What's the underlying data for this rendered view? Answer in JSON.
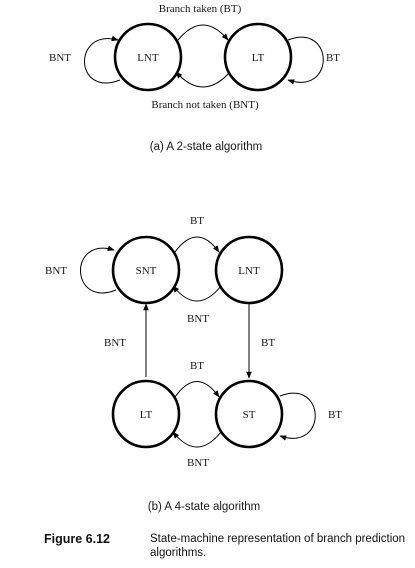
{
  "diagram_a": {
    "states": {
      "lnt": "LNT",
      "lt": "LT"
    },
    "edges": {
      "top": "Branch taken (BT)",
      "bottom": "Branch not taken (BNT)",
      "self_left": "BNT",
      "self_right": "BT"
    },
    "caption": "(a) A 2-state algorithm"
  },
  "diagram_b": {
    "states": {
      "snt": "SNT",
      "lnt": "LNT",
      "lt": "LT",
      "st": "ST"
    },
    "edges": {
      "top_bt": "BT",
      "top_bnt": "BNT",
      "left_bnt": "BNT",
      "right_bt": "BT",
      "bottom_bt": "BT",
      "bottom_bnt": "BNT",
      "self_snt": "BNT",
      "self_st": "BT"
    },
    "caption": "(b) A 4-state algorithm"
  },
  "figure_caption": {
    "number": "Figure 6.12",
    "text": "State-machine representation of branch prediction algorithms."
  }
}
